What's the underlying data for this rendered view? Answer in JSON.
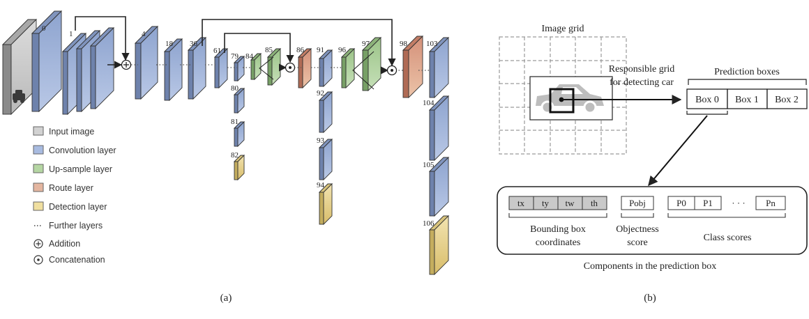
{
  "panel_a": {
    "layer_labels": {
      "l0": "0",
      "l1": "1",
      "l4": "4",
      "l18": "18",
      "l36": "36",
      "l61": "61",
      "l79": "79",
      "l80": "80",
      "l81": "81",
      "l82": "82",
      "l84": "84",
      "l85": "85",
      "l86": "86",
      "l91": "91",
      "l92": "92",
      "l93": "93",
      "l94": "94",
      "l96": "96",
      "l97": "97",
      "l98": "98",
      "l103": "103",
      "l104": "104",
      "l105": "105",
      "l106": "106"
    },
    "legend": {
      "input": "Input image",
      "conv": "Convolution layer",
      "upsample": "Up-sample layer",
      "route": "Route layer",
      "detection": "Detection layer",
      "further": "Further layers",
      "addition": "Addition",
      "concat": "Concatenation"
    },
    "caption": "(a)"
  },
  "panel_b": {
    "image_grid": "Image grid",
    "responsible_line1": "Responsible grid",
    "responsible_line2": "for detecting car",
    "prediction_boxes": "Prediction boxes",
    "boxes": [
      "Box 0",
      "Box 1",
      "Box 2"
    ],
    "coords": [
      "tx",
      "ty",
      "tw",
      "th"
    ],
    "pobj": "Pobj",
    "p0": "P0",
    "p1": "P1",
    "pdots": "· · ·",
    "pn": "Pn",
    "bbox_line1": "Bounding box",
    "bbox_line2": "coordinates",
    "obj_line1": "Objectness",
    "obj_line2": "score",
    "class_scores": "Class scores",
    "components": "Components in the prediction box",
    "caption": "(b)"
  },
  "colors": {
    "input": "#c8c8c8",
    "conv": "#9fb2d6",
    "upsample": "#a9cc99",
    "route": "#d9a08a",
    "detection": "#e8d48f"
  }
}
